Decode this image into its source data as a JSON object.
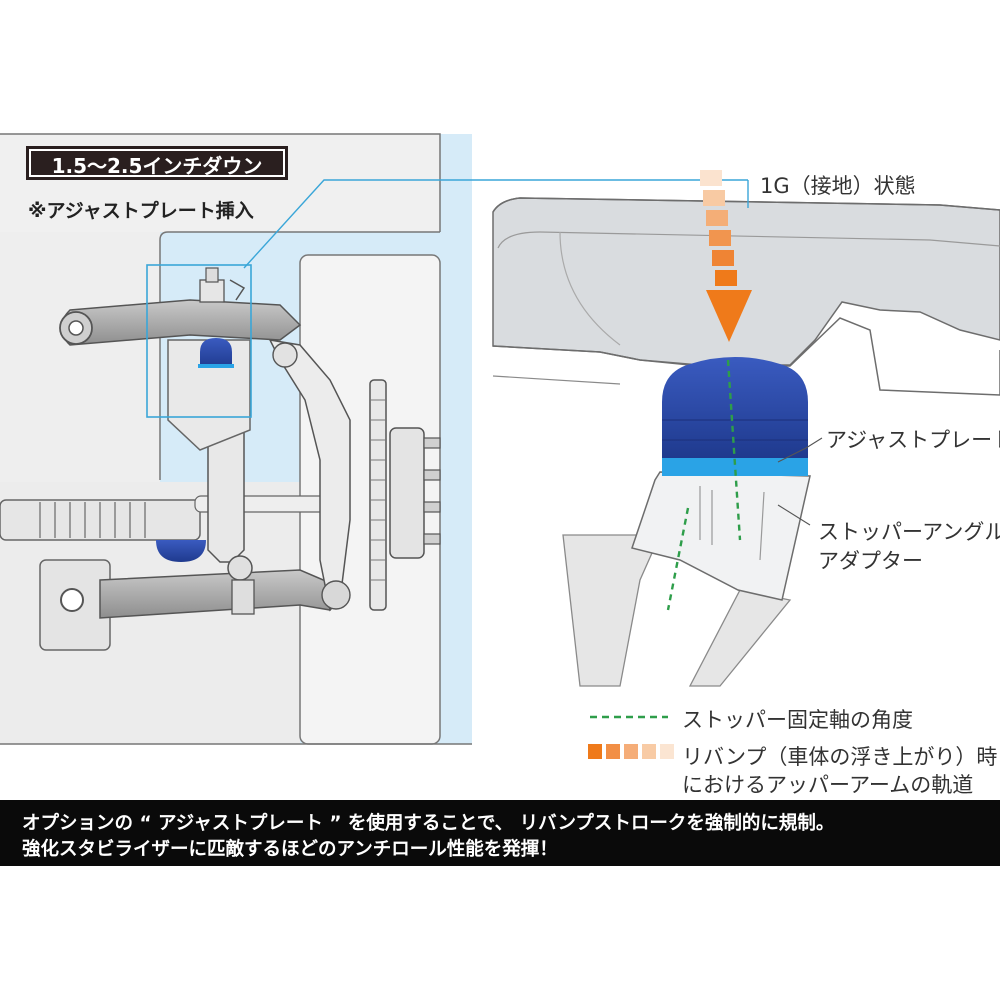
{
  "badge": "1.5〜2.5インチダウン",
  "subtitle": "※アジャストプレート挿入",
  "labels": {
    "state_1g": "1G（接地）状態",
    "adjust_plate": "アジャストプレート",
    "stopper_line1": "ストッパーアングル",
    "stopper_line2": "アダプター"
  },
  "legend": {
    "dashed": "ストッパー固定軸の角度",
    "rebound_line1": "リバンプ（車体の浮き上がり）時",
    "rebound_line2": "におけるアッパーアームの軌道"
  },
  "caption": {
    "line1": "オプションの “ アジャストプレート ” を使用することで、 リバンプストロークを強制的に規制。",
    "line2": "強化スタビライザーに匹敵するほどのアンチロール性能を発揮！"
  },
  "colors": {
    "blue": "#2a4aa6",
    "light_blue_bg": "#d6ebf8",
    "plate": "#2aa3e6",
    "orange": "#ef7a1a",
    "green": "#2e9e4a",
    "caption_bg": "#0a0a0a"
  }
}
